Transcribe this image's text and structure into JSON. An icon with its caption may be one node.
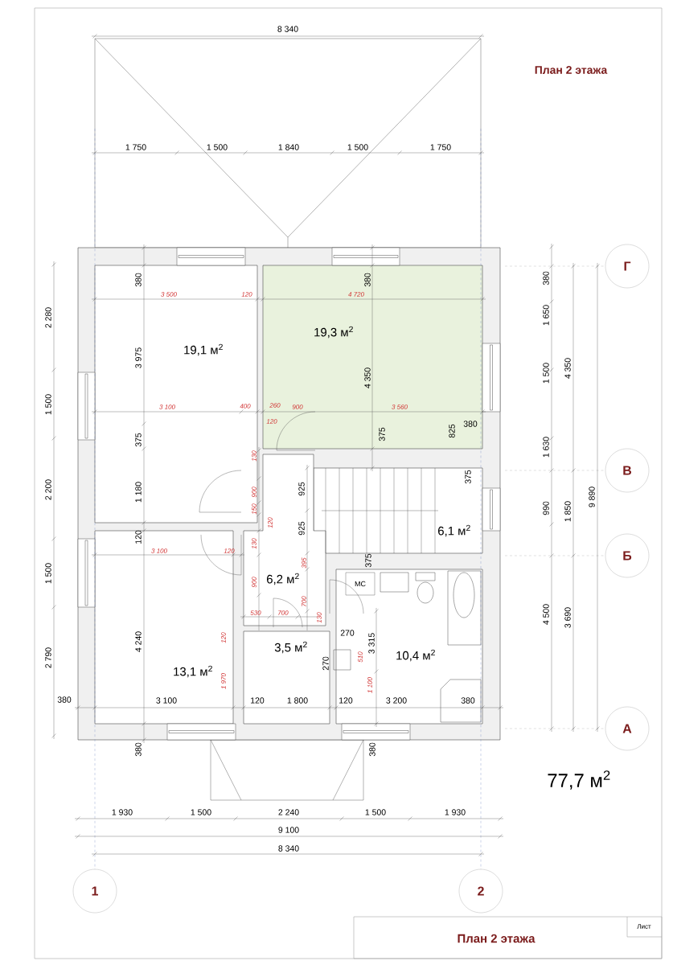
{
  "diagram": {
    "title": "План 2 этажа",
    "nodes": [
      {
        "text": [
          "19,1 м$^{2}$"
        ]
      },
      {
        "text": [
          "19,3 м$^{2}$"
        ]
      },
      {
        "text": [
          "6,1 м$^{2}$"
        ]
      },
      {
        "text": [
          "6,2 м$^{2}$"
        ]
      },
      {
        "text": [
          "13,1 м$^{2}$"
        ]
      },
      {
        "text": [
          "3,5 м$^{2}$"
        ]
      },
      {
        "text": [
          "10,4 м$^{2}$"
        ]
      },
      {
        "text": [
          "МС"
        ],
        "in": 6
      },
      {
        "text": [
          "Г"
        ]
      },
      {
        "text": [
          "В"
        ]
      },
      {
        "text": [
          "Б"
        ]
      },
      {
        "text": [
          "А"
        ]
      },
      {
        "text": [
          "1"
        ]
      },
      {
        "text": [
          "2"
        ]
      }
    ],
    "labels": [
      "8 340",
      "1 750",
      "1 500",
      "1 840",
      "1 500",
      "1 750",
      "380",
      "3 500",
      "120",
      "380",
      "4 720",
      "3 975",
      "4 350",
      "3 100",
      "400",
      "260",
      "900",
      "3 560",
      "120",
      "375",
      "375",
      "825",
      "380",
      "130",
      "375",
      "925",
      "1 180",
      "900",
      "150",
      "120",
      "925",
      "120",
      "130",
      "3 100",
      "120",
      "395",
      "375",
      "900",
      "530",
      "700",
      "700",
      "130",
      "270",
      "120",
      "4 240",
      "3 315",
      "510",
      "270",
      "1 970",
      "1 100",
      "380",
      "3 100",
      "120",
      "1 800",
      "120",
      "3 200",
      "380",
      "380",
      "380",
      "380",
      "1 650",
      "1 500",
      "4 350",
      "1 630",
      "9 890",
      "990",
      "1 850",
      "4 500",
      "3 690",
      "2 280",
      "1 500",
      "2 200",
      "1 500",
      "2 790",
      "77,7 м$^{2}$",
      "1 930",
      "1 500",
      "2 240",
      "1 500",
      "1 930",
      "9 100",
      "8 340",
      "План 2 этажа",
      "Лист"
    ]
  }
}
